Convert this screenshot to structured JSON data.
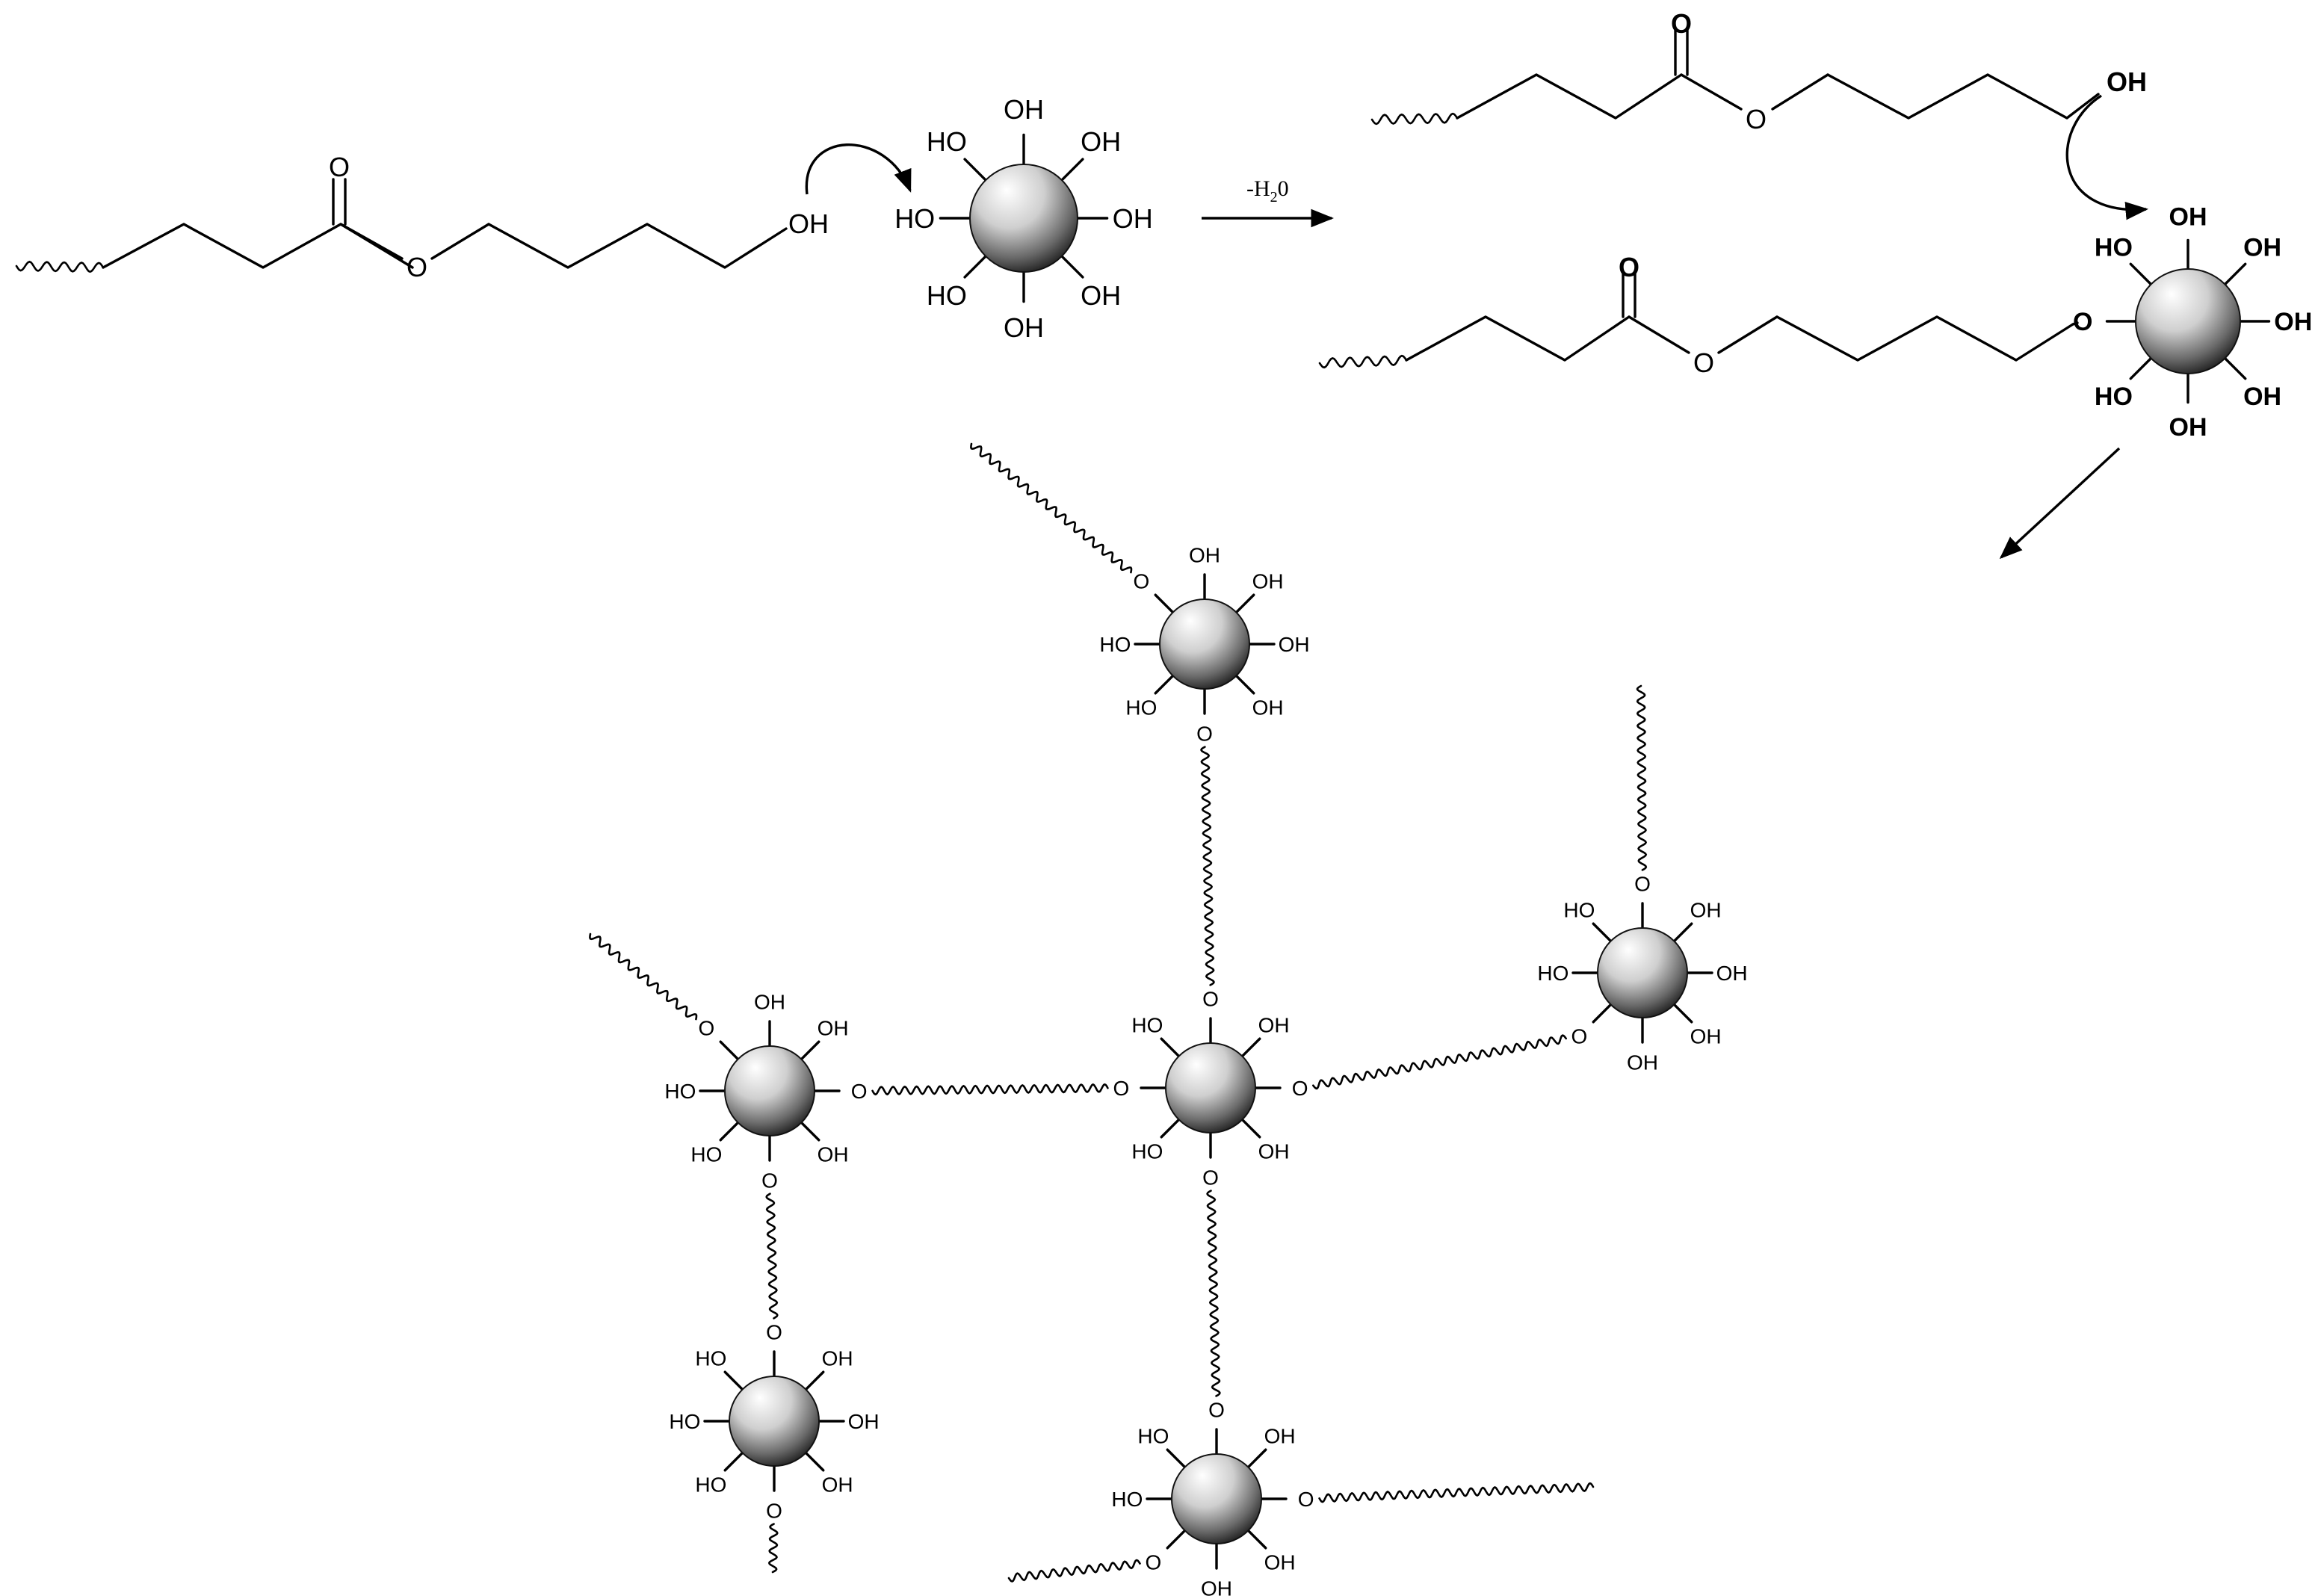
{
  "labels": {
    "hydroxyl": "OH",
    "hydroxyl_left": "HO",
    "oxygen": "O",
    "dehydration": "-H",
    "dehydration_sub": "2",
    "dehydration_end": "0"
  },
  "colors": {
    "sphere_highlight": "#ffffff",
    "sphere_mid": "#b4b4b4",
    "sphere_shadow": "#2e2e2e",
    "line": "#000000"
  },
  "icons": [
    "sphere-particle",
    "curved-arrow",
    "reaction-arrow",
    "wavy-bond"
  ]
}
